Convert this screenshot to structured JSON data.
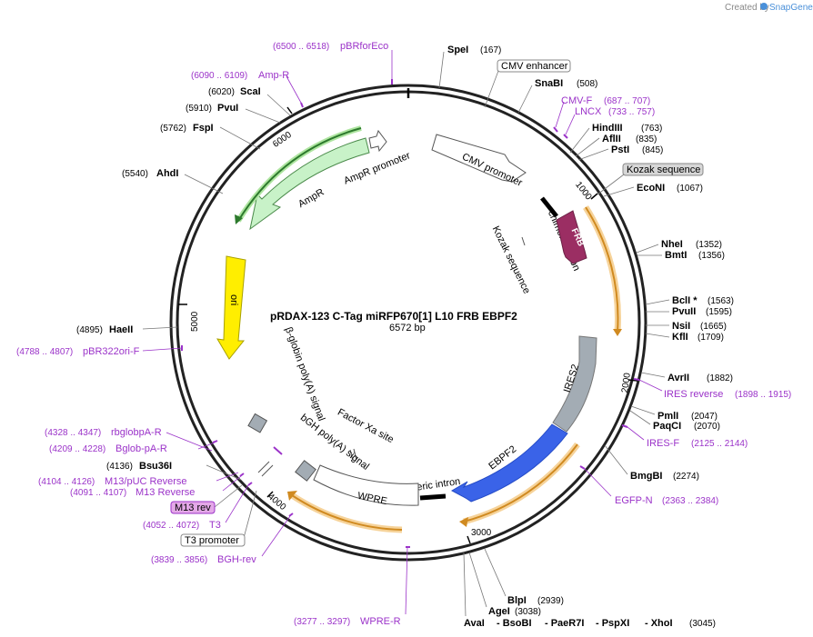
{
  "branding": {
    "text": "Created by",
    "app": "SnapGene"
  },
  "plasmid": {
    "name": "pRDAX-123    C-Tag miRFP670[1] L10 FRB EBPF2",
    "length_label": "6572 bp"
  },
  "ticks": [
    "1000",
    "2000",
    "3000",
    "4000",
    "5000",
    "6000"
  ],
  "features_inner": {
    "cmv_promoter": "CMV promoter",
    "chimeric_intron_top": "chimeric intron",
    "kozak_sequence": "Kozak sequence",
    "frb": "FRB",
    "ires2": "IRES2",
    "ebpf2": "EBPF2",
    "chimeric_intron_bottom": "chimeric intron",
    "wpre": "WPRE",
    "factor_xa": "Factor Xa site",
    "bgh_polya": "bGH poly(A) signal",
    "beta_globin": "β-globin poly(A) signal",
    "ori": "ori",
    "ampr": "AmpR",
    "ampr_promoter": "AmpR promoter"
  },
  "boxed_labels": {
    "cmv_enhancer": "CMV enhancer",
    "kozak_sequence": "Kozak sequence",
    "m13_rev": "M13 rev",
    "t3_promoter": "T3 promoter"
  },
  "enzymes_right": [
    {
      "name": "SpeI",
      "pos": "(167)"
    },
    {
      "name": "SnaBI",
      "pos": "(508)"
    },
    {
      "name": "HindIII",
      "pos": "(763)"
    },
    {
      "name": "AflII",
      "pos": "(835)"
    },
    {
      "name": "PstI",
      "pos": "(845)"
    },
    {
      "name": "EcoNI",
      "pos": "(1067)"
    },
    {
      "name": "NheI",
      "pos": "(1352)"
    },
    {
      "name": "BmtI",
      "pos": "(1356)"
    },
    {
      "name": "BclI *",
      "pos": "(1563)"
    },
    {
      "name": "PvuII",
      "pos": "(1595)"
    },
    {
      "name": "NsiI",
      "pos": "(1665)"
    },
    {
      "name": "KflI",
      "pos": "(1709)"
    },
    {
      "name": "AvrII",
      "pos": "(1882)"
    },
    {
      "name": "PmlI",
      "pos": "(2047)"
    },
    {
      "name": "PaqCI",
      "pos": "(2070)"
    },
    {
      "name": "BmgBI",
      "pos": "(2274)"
    },
    {
      "name": "BlpI",
      "pos": "(2939)"
    },
    {
      "name": "AgeI",
      "pos": "(3038)"
    }
  ],
  "enzyme_cluster": {
    "names": [
      "AvaI",
      "- BsoBI",
      "- PaeR7I",
      "- PspXI",
      "- XhoI"
    ],
    "pos": "(3045)"
  },
  "enzymes_left": [
    {
      "name": "ScaI",
      "pos": "(6020)"
    },
    {
      "name": "PvuI",
      "pos": "(5910)"
    },
    {
      "name": "FspI",
      "pos": "(5762)"
    },
    {
      "name": "AhdI",
      "pos": "(5540)"
    },
    {
      "name": "HaeII",
      "pos": "(4895)"
    },
    {
      "name": "Bsu36I",
      "pos": "(4136)"
    }
  ],
  "primers": [
    {
      "name": "pBRforEco",
      "range": "(6500 .. 6518)"
    },
    {
      "name": "Amp-R",
      "range": "(6090 .. 6109)"
    },
    {
      "name": "CMV-F",
      "range": "(687 .. 707)"
    },
    {
      "name": "LNCX",
      "range": "(733 .. 757)"
    },
    {
      "name": "IRES reverse",
      "range": "(1898 .. 1915)"
    },
    {
      "name": "IRES-F",
      "range": "(2125 .. 2144)"
    },
    {
      "name": "EGFP-N",
      "range": "(2363 .. 2384)"
    },
    {
      "name": "WPRE-R",
      "range": "(3277 .. 3297)"
    },
    {
      "name": "BGH-rev",
      "range": "(3839 .. 3856)"
    },
    {
      "name": "T3",
      "range": "(4052 .. 4072)"
    },
    {
      "name": "M13 Reverse",
      "range": "(4091 .. 4107)"
    },
    {
      "name": "M13/pUC Reverse",
      "range": "(4104 .. 4126)"
    },
    {
      "name": "Bglob-pA-R",
      "range": "(4209 .. 4228)"
    },
    {
      "name": "rbglobpA-R",
      "range": "(4328 .. 4347)"
    },
    {
      "name": "pBR322ori-F",
      "range": "(4788 .. 4807)"
    }
  ],
  "colors": {
    "backbone": "#222222",
    "frb": "#9b2e63",
    "ebpf2": "#3a63e8",
    "ires2": "#a3acb4",
    "ori": "#ffee00",
    "ampr": "#c8f2c8",
    "orange_primer_feature": "#f0a030",
    "primer": "#9b33c9",
    "green_arc": "#2d7a2d"
  }
}
